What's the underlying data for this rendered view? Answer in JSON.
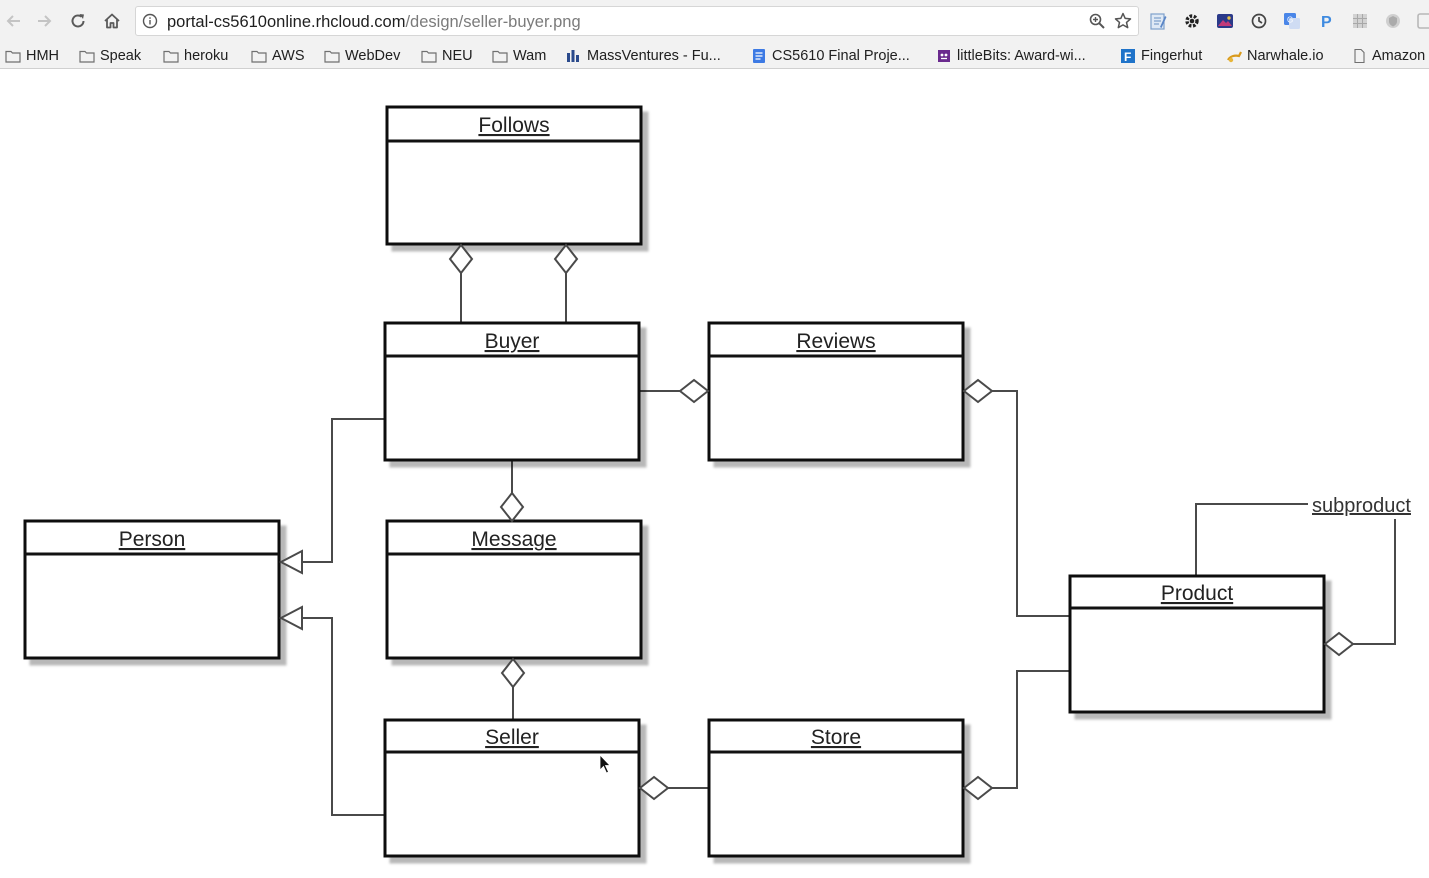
{
  "browser": {
    "url_host": "portal-cs5610online.rhcloud.com",
    "url_path": "/design/seller-buyer.png"
  },
  "bookmarks": [
    {
      "label": "HMH",
      "icon": "folder-icon"
    },
    {
      "label": "Speak",
      "icon": "folder-icon"
    },
    {
      "label": "heroku",
      "icon": "folder-icon"
    },
    {
      "label": "AWS",
      "icon": "folder-icon"
    },
    {
      "label": "WebDev",
      "icon": "folder-icon"
    },
    {
      "label": "NEU",
      "icon": "folder-icon"
    },
    {
      "label": "Wam",
      "icon": "folder-icon"
    },
    {
      "label": "MassVentures - Fu...",
      "icon": "bar-chart-icon"
    },
    {
      "label": "CS5610 Final Proje...",
      "icon": "doc-icon"
    },
    {
      "label": "littleBits: Award-wi...",
      "icon": "littlebits-icon"
    },
    {
      "label": "Fingerhut",
      "icon": "fingerhut-icon"
    },
    {
      "label": "Narwhale.io",
      "icon": "narwhale-icon"
    },
    {
      "label": "Amazon",
      "icon": "page-icon"
    }
  ],
  "diagram": {
    "classes": {
      "follows": "Follows",
      "buyer": "Buyer",
      "reviews": "Reviews",
      "person": "Person",
      "message": "Message",
      "seller": "Seller",
      "store": "Store",
      "product": "Product"
    },
    "self_association_label": "subproduct"
  }
}
